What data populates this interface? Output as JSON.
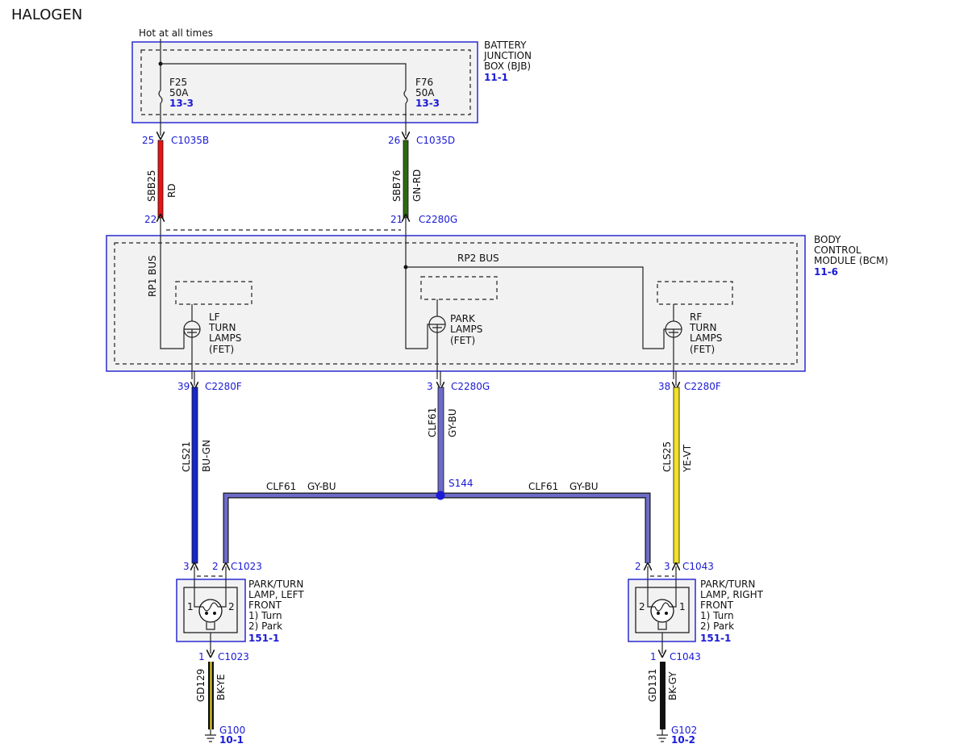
{
  "title": "HALOGEN",
  "hot_label": "Hot at all times",
  "bjb": {
    "name_lines": [
      "BATTERY",
      "JUNCTION",
      "BOX (BJB)"
    ],
    "ref": "11-1"
  },
  "fuses": [
    {
      "name": "F25",
      "rating": "50A",
      "ref": "13-3"
    },
    {
      "name": "F76",
      "rating": "50A",
      "ref": "13-3"
    }
  ],
  "bcm": {
    "name_lines": [
      "BODY",
      "CONTROL",
      "MODULE (BCM)"
    ],
    "ref": "11-6",
    "bus1": "RP1 BUS",
    "bus2": "RP2 BUS"
  },
  "fets": [
    {
      "lines": [
        "LF",
        "TURN",
        "LAMPS",
        "(FET)"
      ]
    },
    {
      "lines": [
        "PARK",
        "LAMPS",
        "(FET)"
      ]
    },
    {
      "lines": [
        "RF",
        "TURN",
        "LAMPS",
        "(FET)"
      ]
    }
  ],
  "wires": [
    {
      "circuit": "SBB25",
      "color_code": "RD",
      "color": "#ee1111"
    },
    {
      "circuit": "SBB76",
      "color_code": "GN-RD",
      "color": "#2e6a10"
    },
    {
      "circuit": "CLS21",
      "color_code": "BU-GN",
      "color": "#1628c8"
    },
    {
      "circuit": "CLF61",
      "color_code": "GY-BU",
      "color": "#6c6cc8"
    },
    {
      "circuit": "CLS25",
      "color_code": "YE-VT",
      "color": "#f2e22a"
    },
    {
      "circuit": "GD129",
      "color_code": "BK-YE",
      "color": "#111111"
    },
    {
      "circuit": "GD131",
      "color_code": "BK-GY",
      "color": "#111111"
    }
  ],
  "harness_labels": {
    "left": {
      "circuit": "CLF61",
      "color_code": "GY-BU"
    },
    "right": {
      "circuit": "CLF61",
      "color_code": "GY-BU"
    }
  },
  "splice": "S144",
  "connectors": {
    "c1035b": {
      "pin": "25",
      "name": "C1035B"
    },
    "c1035d": {
      "pin": "26",
      "name": "C1035D"
    },
    "c2280g_top_left": {
      "pin": "22"
    },
    "c2280g_top_right": {
      "pin": "21",
      "name": "C2280G"
    },
    "c2280f_left": {
      "pin": "39",
      "name": "C2280F"
    },
    "c2280g_mid": {
      "pin": "3",
      "name": "C2280G"
    },
    "c2280f_right": {
      "pin": "38",
      "name": "C2280F"
    },
    "c1023_top": {
      "pin_a": "3",
      "pin_b": "2",
      "name": "C1023"
    },
    "c1043_top": {
      "pin_a": "2",
      "pin_b": "3",
      "name": "C1043"
    },
    "c1023_bot": {
      "pin": "1",
      "name": "C1023"
    },
    "c1043_bot": {
      "pin": "1",
      "name": "C1043"
    }
  },
  "lamps": [
    {
      "lines": [
        "PARK/TURN",
        "LAMP, LEFT",
        "FRONT",
        "1) Turn",
        "2) Park"
      ],
      "ref": "151-1",
      "pin_left": "1",
      "pin_right": "2"
    },
    {
      "lines": [
        "PARK/TURN",
        "LAMP, RIGHT",
        "FRONT",
        "1) Turn",
        "2) Park"
      ],
      "ref": "151-1",
      "pin_left": "2",
      "pin_right": "1"
    }
  ],
  "grounds": [
    {
      "name": "G100",
      "ref": "10-1"
    },
    {
      "name": "G102",
      "ref": "10-2"
    }
  ]
}
